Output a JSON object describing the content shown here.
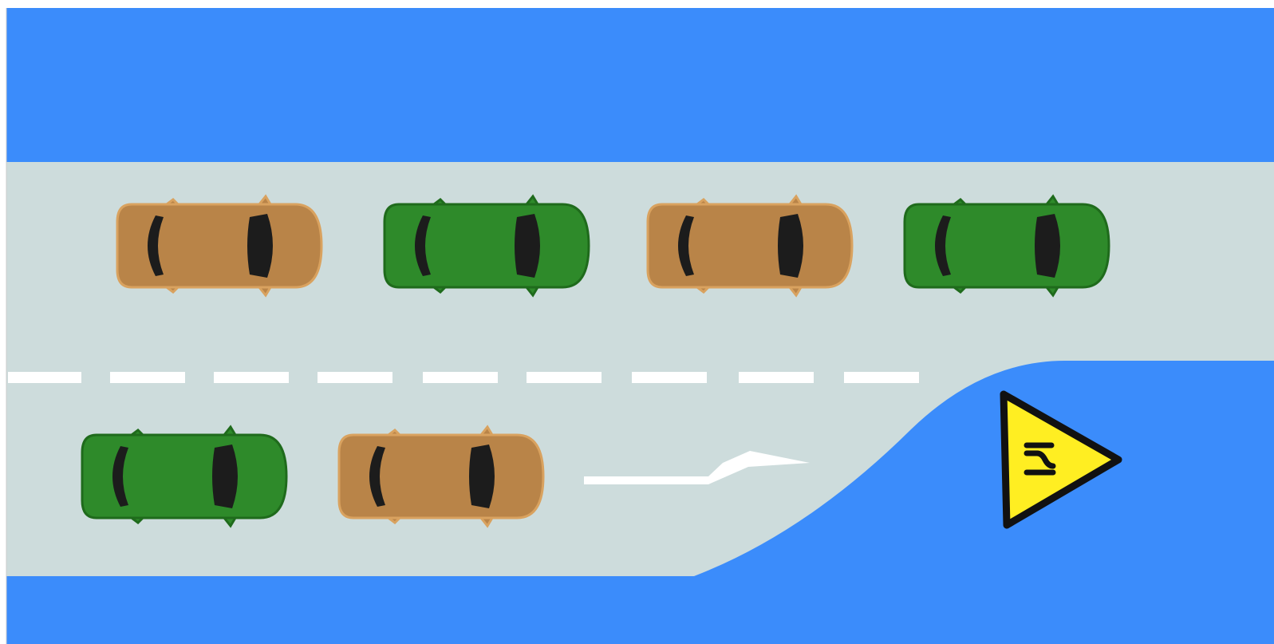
{
  "colors": {
    "water": "#3b8cfb",
    "road": "#cddcdc",
    "lane_marking": "#ffffff",
    "car_tan": "#b98448",
    "car_tan_outline": "#d9a25f",
    "car_green": "#2e8a2a",
    "car_green_outline": "#1f6b1c",
    "car_glass": "#1c1c1c",
    "sign_fill": "#ffee22",
    "sign_border": "#111111",
    "border": "#bbbbbb"
  },
  "scene": {
    "top_lane_cars": [
      {
        "color": "tan"
      },
      {
        "color": "green"
      },
      {
        "color": "tan"
      },
      {
        "color": "green"
      }
    ],
    "bottom_lane_cars": [
      {
        "color": "green"
      },
      {
        "color": "tan"
      }
    ],
    "icons": {
      "merge_arrow": "merge-left-arrow-icon",
      "sign": "lane-narrows-warning-sign-icon"
    }
  }
}
